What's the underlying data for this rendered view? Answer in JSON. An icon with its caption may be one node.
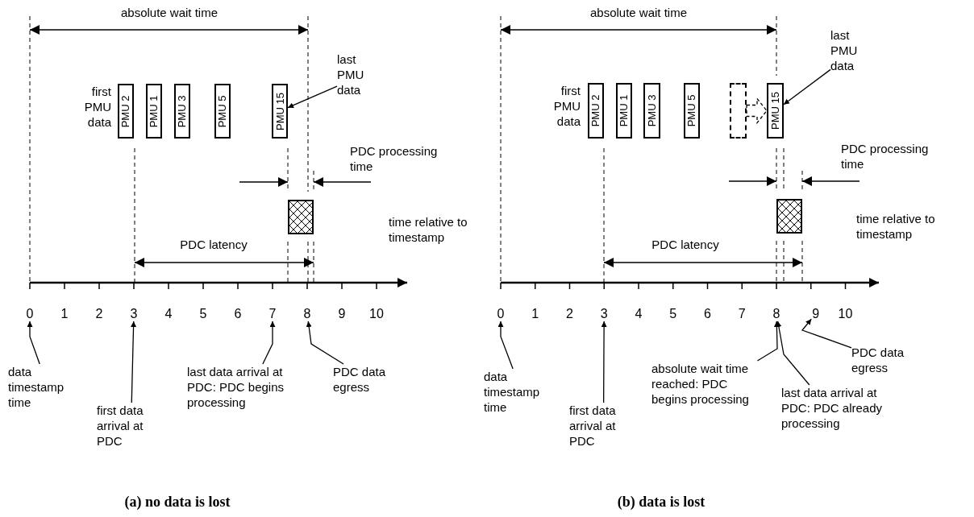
{
  "diagram": {
    "nodes": [
      {
        "text": [
          "PMU 2"
        ]
      },
      {
        "text": [
          "PMU 1"
        ]
      },
      {
        "text": [
          "PMU 3"
        ]
      },
      {
        "text": [
          "PMU 5"
        ]
      },
      {
        "text": [
          "PMU 15"
        ]
      },
      {
        "text": [
          "last PMU data"
        ]
      },
      {
        "text": [],
        "shape": "box"
      },
      {
        "text": [
          "data timestamp time"
        ]
      },
      {
        "text": [
          "first data arrival at PDC"
        ]
      },
      {
        "text": [
          "last data arrival at PDC: PDC begins processing"
        ]
      },
      {
        "text": [
          "PDC data egress"
        ]
      },
      {
        "text": [
          "PMU 2"
        ]
      },
      {
        "text": [
          "PMU 1"
        ]
      },
      {
        "text": [
          "PMU 3"
        ]
      },
      {
        "text": [
          "PMU 5"
        ]
      },
      {
        "text": [],
        "shape": "box"
      },
      {
        "text": [
          "PMU 15"
        ]
      },
      {
        "text": [
          "last PMU data"
        ]
      },
      {
        "text": [],
        "shape": "box"
      },
      {
        "text": [
          "data timestamp time"
        ]
      },
      {
        "text": [
          "first data arrival at PDC"
        ]
      },
      {
        "text": [
          "absolute wait time reached: PDC begins processing"
        ]
      },
      {
        "text": [
          "last data arrival at PDC: PDC already processing"
        ]
      },
      {
        "text": [
          "PDC data egress"
        ]
      },
      {
        "text": [
          "0"
        ]
      },
      {
        "text": [
          "1"
        ]
      },
      {
        "text": [
          "2"
        ]
      },
      {
        "text": [
          "3"
        ]
      },
      {
        "text": [
          "4"
        ]
      },
      {
        "text": [
          "5"
        ]
      },
      {
        "text": [
          "6"
        ]
      },
      {
        "text": [
          "7"
        ]
      },
      {
        "text": [
          "8"
        ]
      },
      {
        "text": [
          "9"
        ]
      },
      {
        "text": [
          "10"
        ]
      },
      {
        "text": [
          "0"
        ]
      },
      {
        "text": [
          "1"
        ]
      },
      {
        "text": [
          "2"
        ]
      },
      {
        "text": [
          "3"
        ]
      },
      {
        "text": [
          "4"
        ]
      },
      {
        "text": [
          "5"
        ]
      },
      {
        "text": [
          "6"
        ]
      },
      {
        "text": [
          "7"
        ]
      },
      {
        "text": [
          "8"
        ]
      },
      {
        "text": [
          "9"
        ]
      },
      {
        "text": [
          "10"
        ]
      }
    ],
    "edges": [
      {
        "from": 5,
        "to": 4,
        "arrow": "to"
      },
      {
        "from": 7,
        "to": 24,
        "arrow": "to"
      },
      {
        "from": 8,
        "to": 27,
        "arrow": "to"
      },
      {
        "from": 9,
        "to": 31,
        "arrow": "to"
      },
      {
        "from": 10,
        "to": 32,
        "arrow": "to"
      },
      {
        "from": 15,
        "to": 16,
        "arrow": "to",
        "style": "dashed"
      },
      {
        "from": 17,
        "to": 16,
        "arrow": "to"
      },
      {
        "from": 19,
        "to": 35,
        "arrow": "to"
      },
      {
        "from": 20,
        "to": 38,
        "arrow": "to"
      },
      {
        "from": 21,
        "to": 43,
        "arrow": "to"
      },
      {
        "from": 22,
        "to": 43,
        "arrow": "to"
      },
      {
        "from": 23,
        "to": 44,
        "arrow": "to"
      }
    ],
    "labels": [
      "absolute wait time",
      "first PMU data",
      "PDC processing time",
      "PDC latency",
      "time relative to timestamp",
      "(a) no data is lost",
      "absolute wait time",
      "first PMU data",
      "PDC processing time",
      "PDC latency",
      "time relative to timestamp",
      "(b) data is lost"
    ]
  }
}
